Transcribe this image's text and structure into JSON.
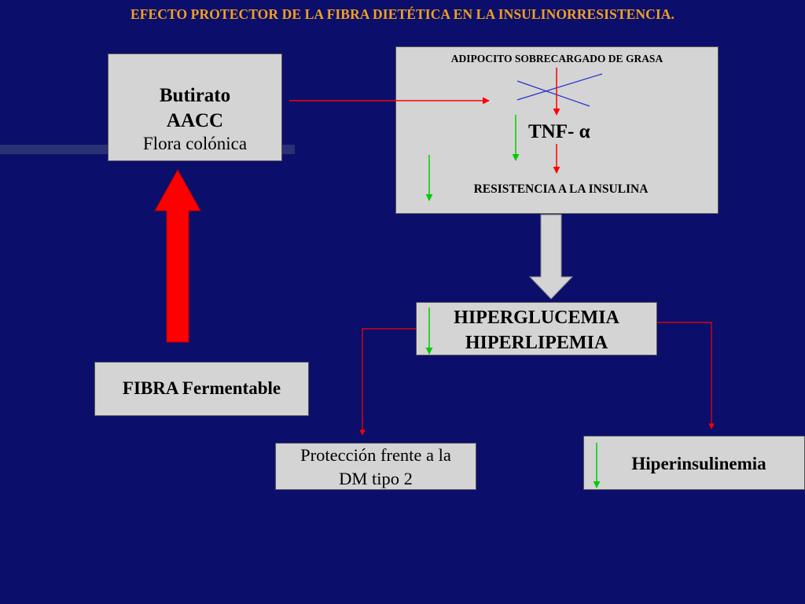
{
  "title": "EFECTO PROTECTOR DE LA FIBRA DIETÉTICA EN LA INSULINORRESISTENCIA.",
  "butirato": {
    "line1": "Butirato",
    "line2": "AACC",
    "line3": "Flora colónica"
  },
  "adipocito": {
    "header": "ADIPOCITO SOBRECARGADO DE GRASA",
    "tnf": "TNF- α",
    "resistencia": "RESISTENCIA A LA INSULINA"
  },
  "hiper": {
    "line1": "HIPERGLUCEMIA",
    "line2": "HIPERLIPEMIA"
  },
  "fibra": {
    "label": "FIBRA Fermentable"
  },
  "proteccion": {
    "line1": "Protección frente a la",
    "line2": "DM tipo 2"
  },
  "hiperinsulinemia": {
    "label": "Hiperinsulinemia"
  },
  "colors": {
    "background": "#0b0f6b",
    "title": "#f3a020",
    "box": "#d4d4d4",
    "red_arrow": "#ff0000",
    "green_arrow": "#00cc00",
    "blue_cross": "#2233cc",
    "gray_arrow": "#d4d4d4"
  }
}
